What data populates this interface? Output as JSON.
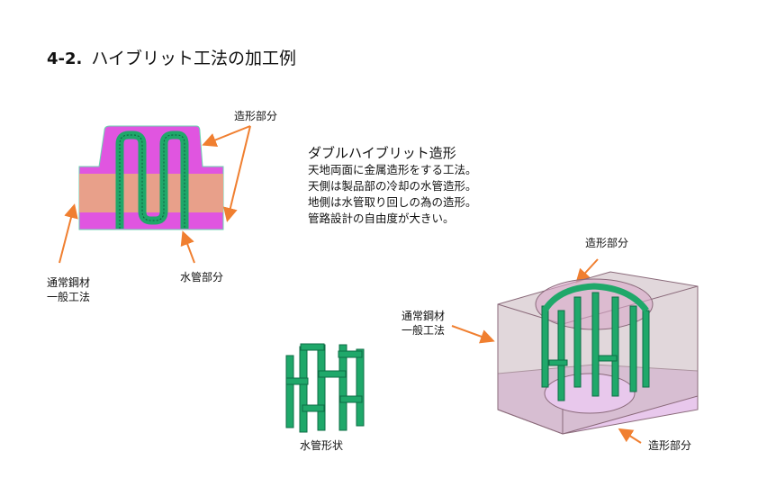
{
  "title": {
    "number": "4-2.",
    "text": "ハイブリット工法の加工例"
  },
  "description": {
    "heading": "ダブルハイブリット造形",
    "lines": [
      "天地両面に金属造形をする工法。",
      "天側は製品部の冷却の水管造形。",
      "地側は水管取り回しの為の造形。",
      "管路設計の自由度が大きい。"
    ]
  },
  "left_diagram": {
    "label_build": "造形部分",
    "label_pipe": "水管部分",
    "label_base": [
      "通常鋼材",
      "一般工法"
    ]
  },
  "pipe_shape": {
    "caption": "水管形状"
  },
  "right_diagram": {
    "label_build_top": "造形部分",
    "label_build_bottom": "造形部分",
    "label_base": [
      "通常鋼材",
      "一般工法"
    ]
  },
  "colors": {
    "magenta": "#e055e0",
    "steel": "#e8a08a",
    "pipe": "#1fa86a",
    "arrow": "#f07f30",
    "box": "#c9b6be"
  }
}
